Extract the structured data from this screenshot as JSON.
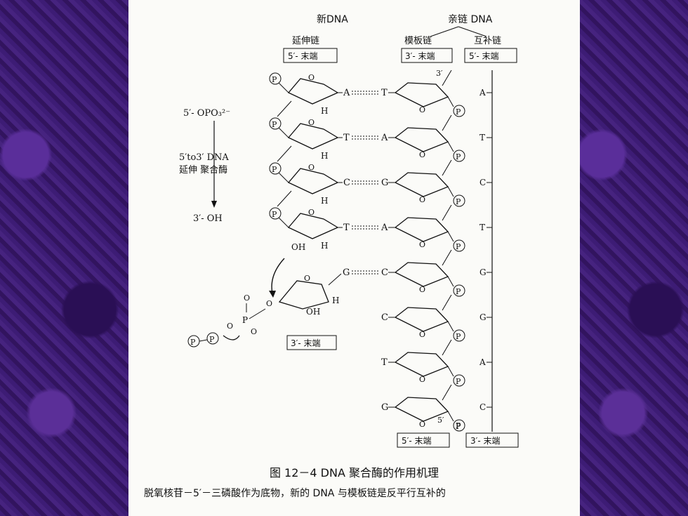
{
  "labels": {
    "new_dna": "新DNA",
    "parent_dna": "亲链 DNA",
    "extending_strand": "延伸链",
    "template_strand": "模板链",
    "complementary_strand": "互补链",
    "end_5": "5′- 末端",
    "end_3": "3′- 末端",
    "opo3": "5′- OPO₃²⁻",
    "direction_top": "5′to3′  DNA",
    "direction_bottom": "延伸  聚合酶",
    "oh_end": "3′- OH",
    "phosphate": "P",
    "hydrogen": "H",
    "hydroxyl": "OH",
    "oxygen": "O",
    "prime3": "3′",
    "prime5": "5′"
  },
  "base_pairs": [
    {
      "new": "A",
      "template": "T",
      "complement": "A"
    },
    {
      "new": "T",
      "template": "A",
      "complement": "T"
    },
    {
      "new": "C",
      "template": "G",
      "complement": "C"
    },
    {
      "new": "T",
      "template": "A",
      "complement": "T"
    },
    {
      "new": "",
      "template": "C",
      "complement": "G",
      "incoming": "G"
    },
    {
      "new": "",
      "template": "C",
      "complement": "G"
    },
    {
      "new": "",
      "template": "T",
      "complement": "A"
    },
    {
      "new": "",
      "template": "G",
      "complement": "C"
    }
  ],
  "caption": {
    "title": "图 12－4   DNA 聚合酶的作用机理",
    "subtitle": "脱氧核苷－5′－三磷酸作为底物，新的 DNA 与模板链是反平行互补的"
  }
}
